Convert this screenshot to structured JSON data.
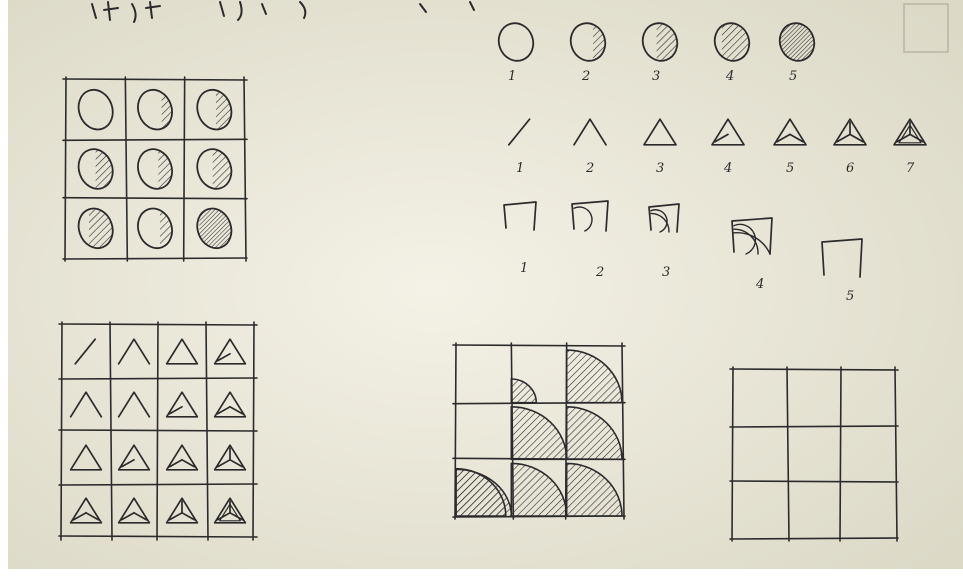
{
  "colors": {
    "paper_center": "#f3f1e4",
    "paper_edge": "#dfdccb",
    "pencil": "#2b2b2b"
  },
  "sequences": {
    "circles": {
      "labels": [
        "1",
        "2",
        "3",
        "4",
        "5"
      ],
      "hatch_levels": [
        0,
        0.35,
        0.6,
        0.8,
        1.0
      ]
    },
    "triangles": {
      "labels": [
        "1",
        "2",
        "3",
        "4",
        "5",
        "6",
        "7"
      ],
      "stages": [
        1,
        2,
        3,
        4,
        5,
        6,
        7
      ]
    },
    "squares": {
      "labels": [
        "1",
        "2",
        "3",
        "4",
        "5"
      ],
      "curve_count": [
        0,
        1,
        2,
        3,
        0
      ]
    }
  },
  "grids": {
    "circle_grid": {
      "rows": 3,
      "cols": 3,
      "hatch_levels": [
        0,
        0.3,
        0.45,
        0.5,
        0.4,
        0.55,
        0.7,
        0.35,
        0.95
      ]
    },
    "triangle_grid": {
      "rows": 4,
      "cols": 4,
      "stages": [
        1,
        2,
        3,
        4,
        2,
        2,
        4,
        5,
        3,
        4,
        5,
        6,
        5,
        5,
        6,
        7
      ]
    },
    "arc_grid": {
      "rows": 3,
      "cols": 3
    },
    "empty_grid": {
      "rows": 3,
      "cols": 3
    }
  }
}
